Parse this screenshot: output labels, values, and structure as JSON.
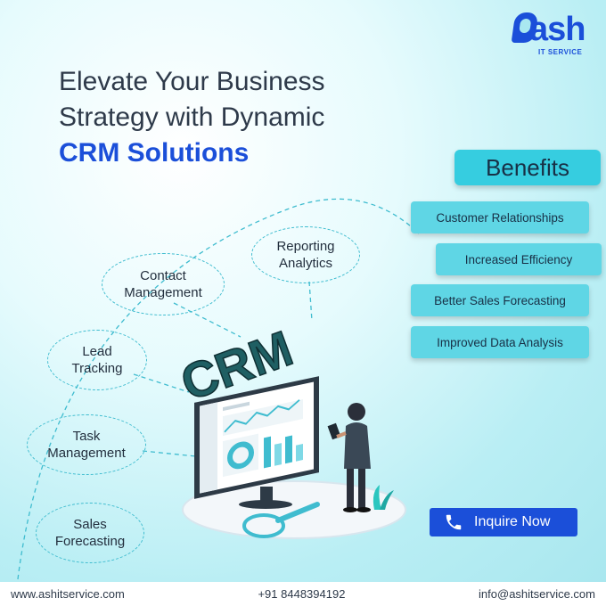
{
  "brand": {
    "logo_text": "ash",
    "logo_sub": "IT SERVICE",
    "color": "#1b4fd9"
  },
  "headline": {
    "line1": "Elevate Your Business",
    "line2": "Strategy with Dynamic",
    "accent": "CRM Solutions"
  },
  "benefits": {
    "title": "Benefits",
    "items": [
      "Customer Relationships",
      "Increased Efficiency",
      "Better Sales Forecasting",
      "Improved Data Analysis"
    ]
  },
  "features": {
    "reporting": "Reporting Analytics",
    "contact": "Contact Management",
    "lead": "Lead Tracking",
    "task": "Task Management",
    "sales": "Sales Forecasting"
  },
  "illustration": {
    "crm_text": "CRM"
  },
  "cta": {
    "label": "Inquire Now",
    "icon": "phone-icon"
  },
  "footer": {
    "website": "www.ashitservice.com",
    "phone": "+91 8448394192",
    "email": "info@ashitservice.com"
  },
  "colors": {
    "accent": "#1b4fd9",
    "cyan": "#36cde0",
    "benefit_bg": "#5fd6e5",
    "text_dark": "#2e3a4a"
  }
}
